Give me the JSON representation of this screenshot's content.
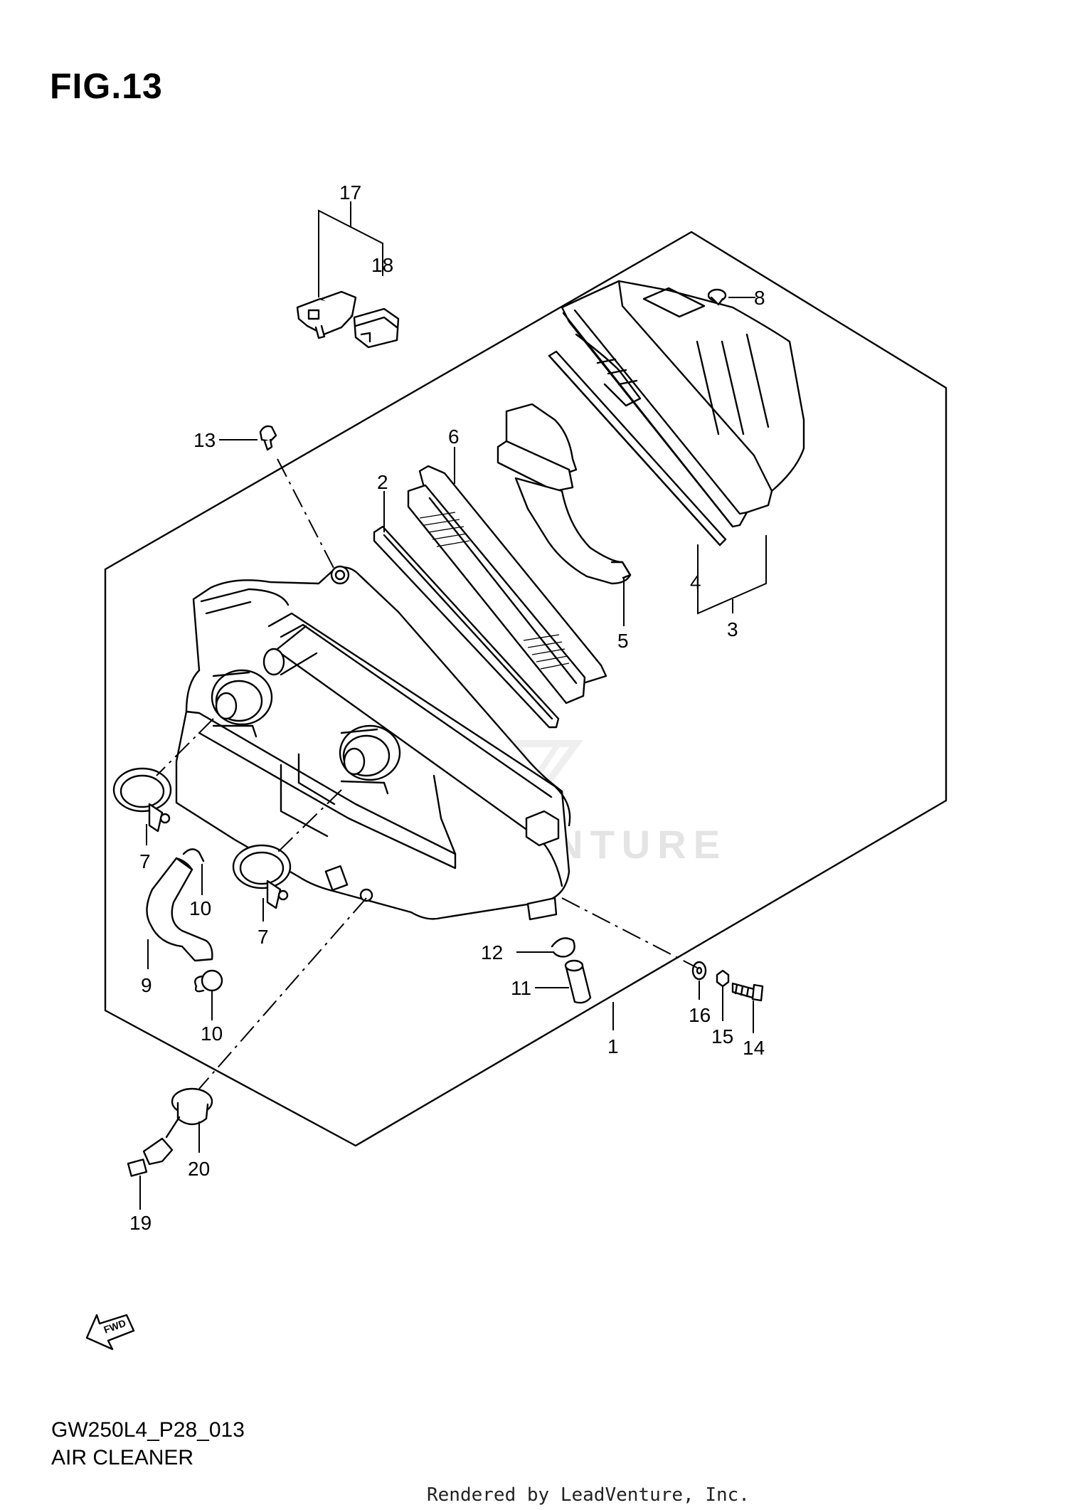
{
  "figure": {
    "title": "FIG.13",
    "diagram_code": "GW250L4_P28_013",
    "diagram_name": "AIR CLEANER",
    "credit": "Rendered by LeadVenture, Inc.",
    "watermark": "LEADVENTURE",
    "direction_badge": "FWD"
  },
  "callouts": [
    {
      "id": "c1",
      "label": "1"
    },
    {
      "id": "c2",
      "label": "2"
    },
    {
      "id": "c3",
      "label": "3"
    },
    {
      "id": "c4",
      "label": "4"
    },
    {
      "id": "c5",
      "label": "5"
    },
    {
      "id": "c6",
      "label": "6"
    },
    {
      "id": "c7a",
      "label": "7"
    },
    {
      "id": "c7b",
      "label": "7"
    },
    {
      "id": "c8",
      "label": "8"
    },
    {
      "id": "c9",
      "label": "9"
    },
    {
      "id": "c10a",
      "label": "10"
    },
    {
      "id": "c10b",
      "label": "10"
    },
    {
      "id": "c11",
      "label": "11"
    },
    {
      "id": "c12",
      "label": "12"
    },
    {
      "id": "c13",
      "label": "13"
    },
    {
      "id": "c14",
      "label": "14"
    },
    {
      "id": "c15",
      "label": "15"
    },
    {
      "id": "c16",
      "label": "16"
    },
    {
      "id": "c17",
      "label": "17"
    },
    {
      "id": "c18",
      "label": "18"
    },
    {
      "id": "c19",
      "label": "19"
    },
    {
      "id": "c20",
      "label": "20"
    }
  ]
}
